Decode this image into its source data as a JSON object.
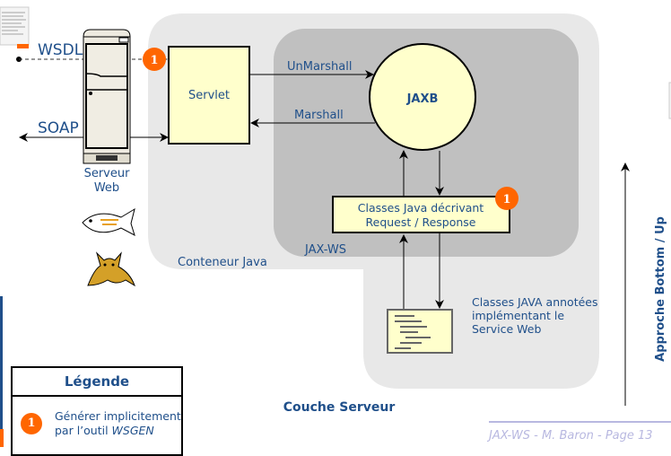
{
  "labels": {
    "wsdl": "WSDL",
    "soap": "SOAP",
    "server_line1": "Serveur",
    "server_line2": "Web",
    "servlet": "Servlet",
    "unmarshall": "UnMarshall",
    "marshall": "Marshall",
    "jaxb": "JAXB",
    "classes_line1": "Classes Java décrivant",
    "classes_line2": "Request / Response",
    "jaxws": "JAX-WS",
    "conteneur": "Conteneur Java",
    "annotated_line1": "Classes JAVA annotées",
    "annotated_line2": "implémentant le",
    "annotated_line3": "Service Web",
    "couche": "Couche Serveur",
    "approche": "Approche Bottom / Up",
    "badge": "1"
  },
  "legend": {
    "title": "Légende",
    "badge": "1",
    "text_line1": "Générer implicitement",
    "text_prefix": "par l’outil ",
    "text_tool": "WSGEN"
  },
  "footer": "JAX-WS  - M. Baron - Page  13",
  "colors": {
    "badge": "#ff6600",
    "box_fill": "#ffffcc",
    "text": "#1f4f8a",
    "outer_region": "#e8e8e8",
    "inner_region": "#c0c0c0"
  }
}
